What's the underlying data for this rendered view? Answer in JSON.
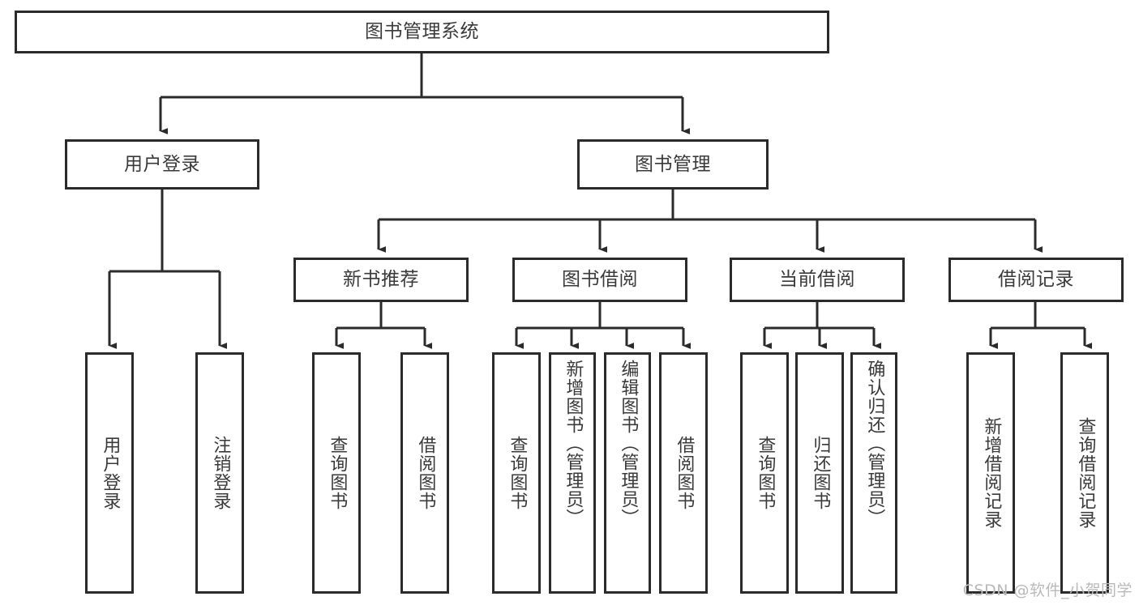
{
  "diagram": {
    "type": "tree-hierarchy-chart",
    "title": "图书管理系统",
    "watermark": "CSDN @软件_小贺同学",
    "colors": {
      "box_border": "#2b2b2b",
      "box_fill": "#ffffff",
      "text": "#3a3a3a",
      "connector": "#2b2b2b",
      "watermark": "#b9b9b9",
      "background": "#ffffff"
    },
    "root": {
      "label": "图书管理系统",
      "orientation": "horizontal"
    },
    "level2": [
      {
        "label": "用户登录",
        "orientation": "horizontal"
      },
      {
        "label": "图书管理",
        "orientation": "horizontal"
      }
    ],
    "level3": [
      {
        "label": "新书推荐",
        "orientation": "horizontal",
        "parent": "图书管理"
      },
      {
        "label": "图书借阅",
        "orientation": "horizontal",
        "parent": "图书管理"
      },
      {
        "label": "当前借阅",
        "orientation": "horizontal",
        "parent": "图书管理"
      },
      {
        "label": "借阅记录",
        "orientation": "horizontal",
        "parent": "图书管理"
      }
    ],
    "leaves": {
      "用户登录": [
        {
          "label": "用户登录",
          "orientation": "vertical"
        },
        {
          "label": "注销登录",
          "orientation": "vertical"
        }
      ],
      "新书推荐": [
        {
          "label": "查询图书",
          "orientation": "vertical"
        },
        {
          "label": "借阅图书",
          "orientation": "vertical"
        }
      ],
      "图书借阅": [
        {
          "label": "查询图书",
          "orientation": "vertical"
        },
        {
          "label": "新增图书（管理员）",
          "orientation": "vertical"
        },
        {
          "label": "编辑图书（管理员）",
          "orientation": "vertical"
        },
        {
          "label": "借阅图书",
          "orientation": "vertical"
        }
      ],
      "当前借阅": [
        {
          "label": "查询图书",
          "orientation": "vertical"
        },
        {
          "label": "归还图书",
          "orientation": "vertical"
        },
        {
          "label": "确认归还（管理员）",
          "orientation": "vertical"
        }
      ],
      "借阅记录": [
        {
          "label": "新增借阅记录",
          "orientation": "vertical"
        },
        {
          "label": "查询借阅记录",
          "orientation": "vertical"
        }
      ]
    }
  }
}
